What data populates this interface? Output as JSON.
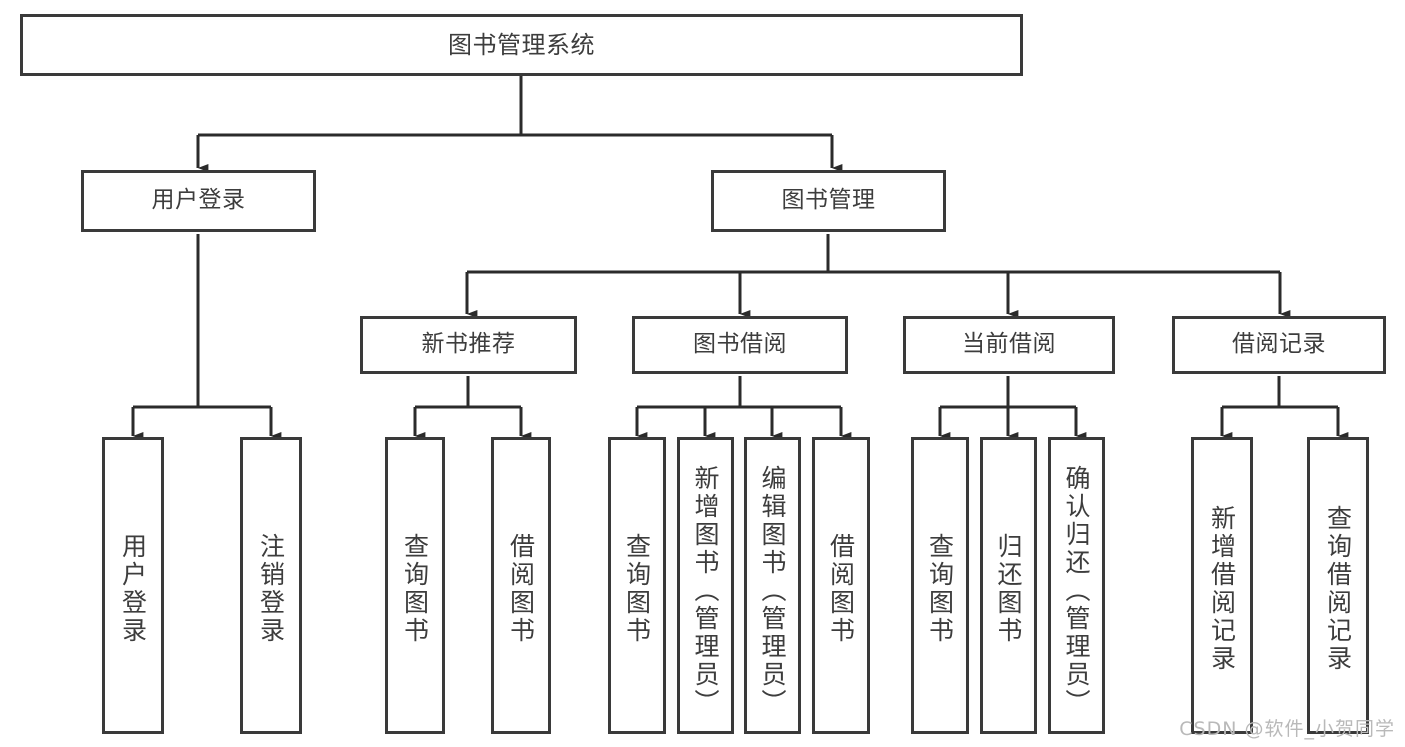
{
  "diagram": {
    "title": "图书管理系统",
    "type": "tree-hierarchy",
    "watermark": "CSDN @软件_小贺同学",
    "colors": {
      "node_border": "#3a3a3a",
      "node_fill": "#ffffff",
      "edge": "#2b2b2b",
      "text": "#3d3d3d",
      "watermark": "#b9b9b9",
      "background": "#ffffff"
    }
  },
  "nodes": {
    "root": {
      "label": "图书管理系统"
    },
    "level2": [
      {
        "label": "用户登录"
      },
      {
        "label": "图书管理"
      }
    ],
    "level3": [
      {
        "label": "新书推荐"
      },
      {
        "label": "图书借阅"
      },
      {
        "label": "当前借阅"
      },
      {
        "label": "借阅记录"
      }
    ],
    "leaves": {
      "user_login": [
        {
          "label": "用户登录"
        },
        {
          "label": "注销登录"
        }
      ],
      "new_book_recommend": [
        {
          "label": "查询图书"
        },
        {
          "label": "借阅图书"
        }
      ],
      "book_borrow": [
        {
          "label": "查询图书"
        },
        {
          "label": "新增图书（管理员）"
        },
        {
          "label": "编辑图书（管理员）"
        },
        {
          "label": "借阅图书"
        }
      ],
      "current_borrow": [
        {
          "label": "查询图书"
        },
        {
          "label": "归还图书"
        },
        {
          "label": "确认归还（管理员）"
        }
      ],
      "borrow_record": [
        {
          "label": "新增借阅记录"
        },
        {
          "label": "查询借阅记录"
        }
      ]
    }
  }
}
